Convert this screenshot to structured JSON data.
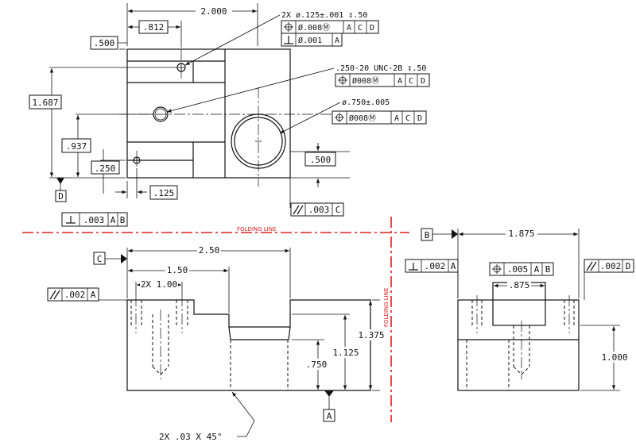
{
  "top_view": {
    "dim_2000": "2.000",
    "dim_812": ".812",
    "dim_500_top": ".500",
    "dim_1687": "1.687",
    "dim_937": ".937",
    "dim_250": ".250",
    "dim_125": ".125",
    "dim_500_right": ".500",
    "datum_d": "D",
    "perp_fcf": {
      "tol": ".003",
      "d1": "A",
      "d2": "B"
    },
    "par_fcf": {
      "tol": ".003",
      "d1": "C"
    },
    "hole_note": {
      "callout": "2X ø.125±.001 ↧.50",
      "pos_tol": "Ø.008Ⓜ",
      "pos_refs": [
        "A",
        "C",
        "D"
      ],
      "perp_tol": "Ø.001",
      "perp_ref": "A"
    },
    "thread_note": {
      "callout": ".250-20 UNC-2B ↧.50",
      "pos_tol": "Ø008Ⓜ",
      "pos_refs": [
        "A",
        "C",
        "D"
      ]
    },
    "bore_note": {
      "callout": "ø.750±.005",
      "pos_tol": "Ø008Ⓜ",
      "pos_refs": [
        "A",
        "C",
        "D"
      ]
    }
  },
  "front_view": {
    "dim_250": "2.50",
    "dim_150": "1.50",
    "dim_2x100": "2X  1.00",
    "dim_750": ".750",
    "dim_1125": "1.125",
    "dim_1375": "1.375",
    "datum_c": "C",
    "datum_a": "A",
    "par_fcf": {
      "tol": ".002",
      "d1": "A"
    },
    "chamfer": "2X .03 X 45°"
  },
  "side_view": {
    "dim_1875": "1.875",
    "dim_875": ".875",
    "dim_1000": "1.000",
    "datum_b": "B",
    "perp_fcf": {
      "tol": ".002",
      "d1": "A"
    },
    "pos_fcf": {
      "tol": ".005",
      "d1": "A",
      "d2": "B"
    },
    "par_fcf": {
      "tol": ".002",
      "d1": "D"
    }
  },
  "fold_labels": {
    "horizontal": "FOLDING LINE",
    "vertical": "FOLDING LINE"
  },
  "colors": {
    "line": "#111111",
    "fold_line": "#e02020"
  }
}
